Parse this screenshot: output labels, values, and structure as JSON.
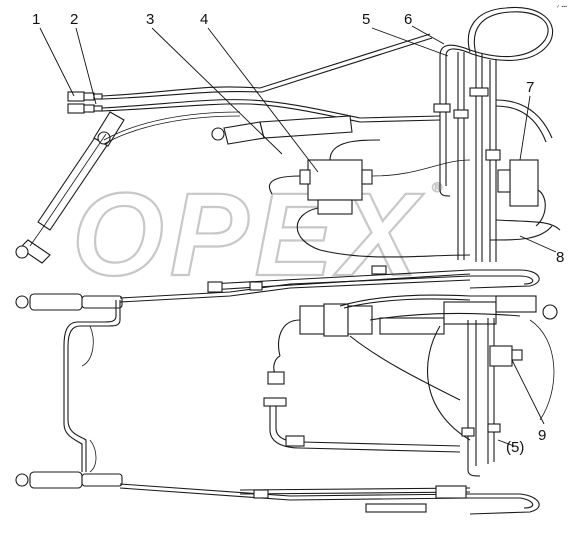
{
  "watermark": {
    "text": "OPEX",
    "mark": "®"
  },
  "corner_mark": "✓ ▪▪▪",
  "callouts": [
    {
      "label": "1"
    },
    {
      "label": "2"
    },
    {
      "label": "3"
    },
    {
      "label": "4"
    },
    {
      "label": "5"
    },
    {
      "label": "6"
    },
    {
      "label": "7"
    },
    {
      "label": "8"
    },
    {
      "label": "9"
    },
    {
      "label": "(5)"
    }
  ]
}
